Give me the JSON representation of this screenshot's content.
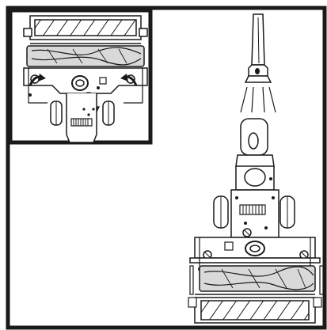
{
  "figure": {
    "icons": {
      "frame": "instruction-frame",
      "inset": "inset-underside-view",
      "main": "vacuum-nozzle-assembly",
      "wand": "vacuum-wand-tube",
      "arrow": "rotation-arrow-icon"
    },
    "colors": {
      "ink": "#1a1a1a",
      "paper": "#ffffff",
      "shade": "#d9d9d9"
    }
  }
}
